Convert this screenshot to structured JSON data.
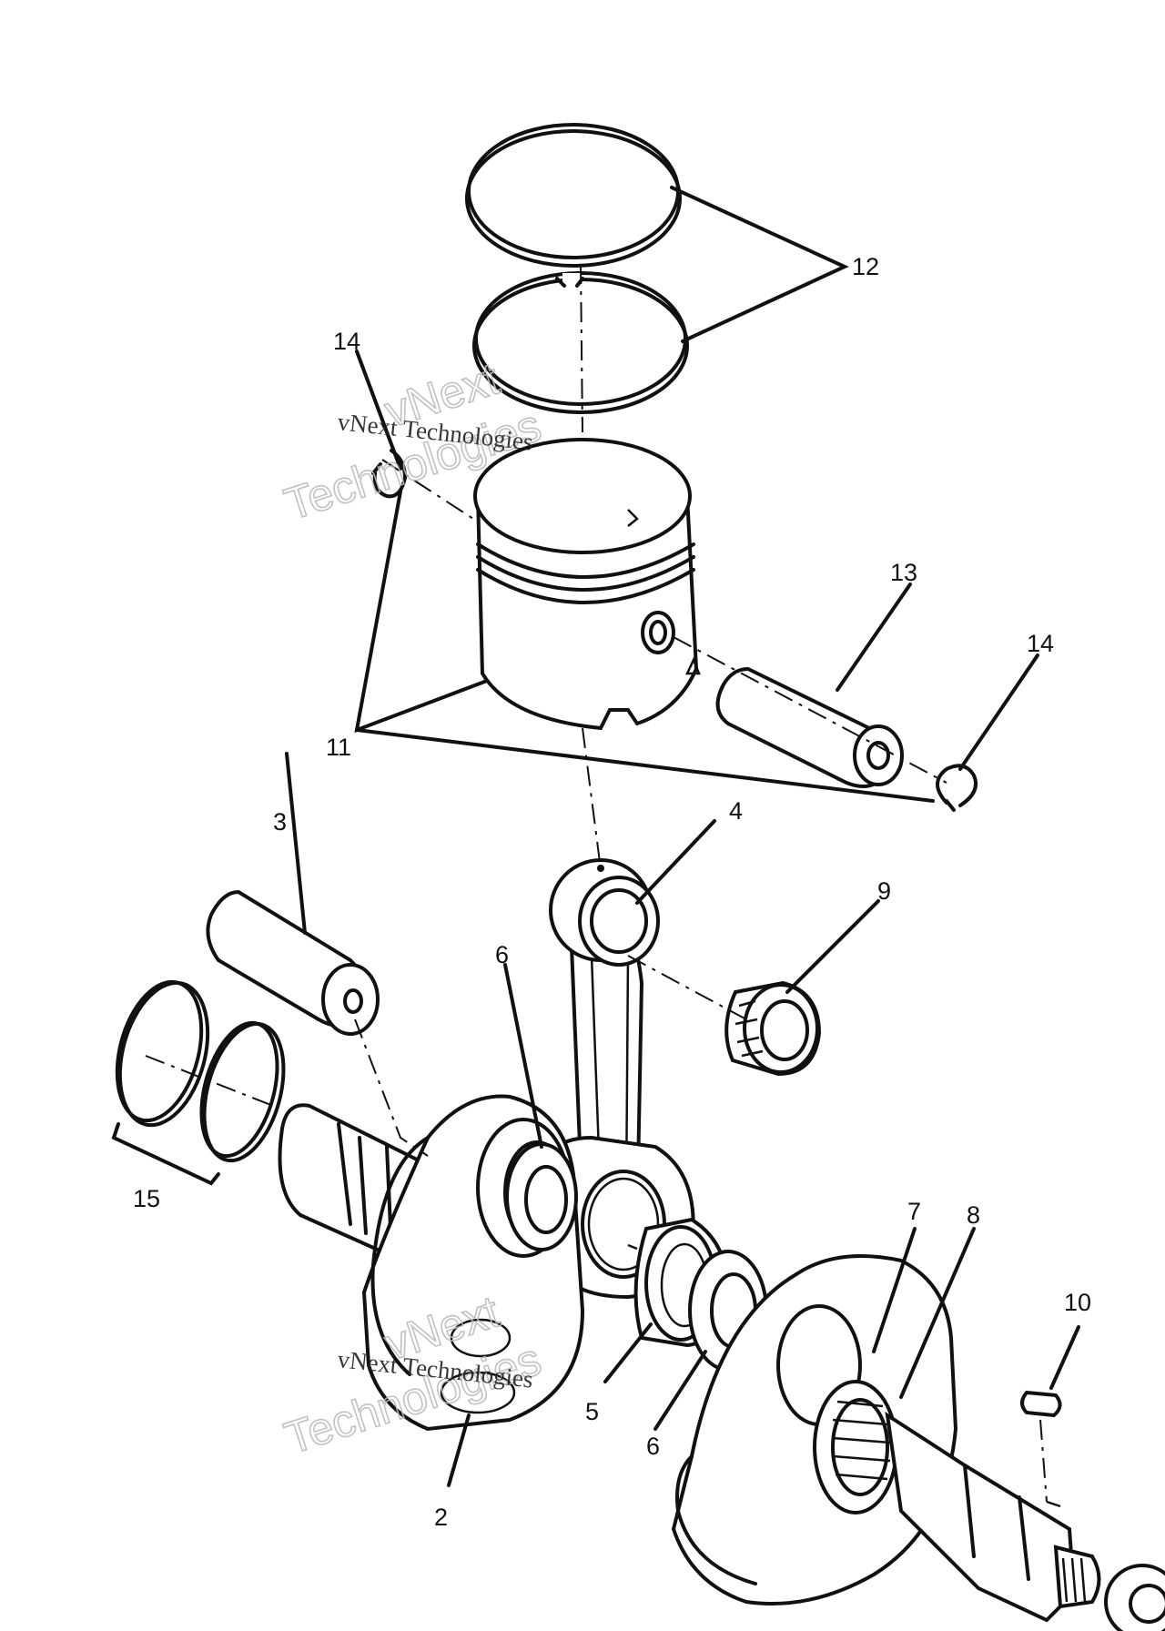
{
  "diagram": {
    "callouts": {
      "c2": "2",
      "c3": "3",
      "c4": "4",
      "c5": "5",
      "c6a": "6",
      "c6b": "6",
      "c7": "7",
      "c8": "8",
      "c9": "9",
      "c10": "10",
      "c11": "11",
      "c12": "12",
      "c13": "13",
      "c14a": "14",
      "c14b": "14",
      "c15": "15"
    },
    "watermark": {
      "line": "vNext Technologies",
      "word1": "vNext",
      "word2": "Technologies"
    }
  }
}
